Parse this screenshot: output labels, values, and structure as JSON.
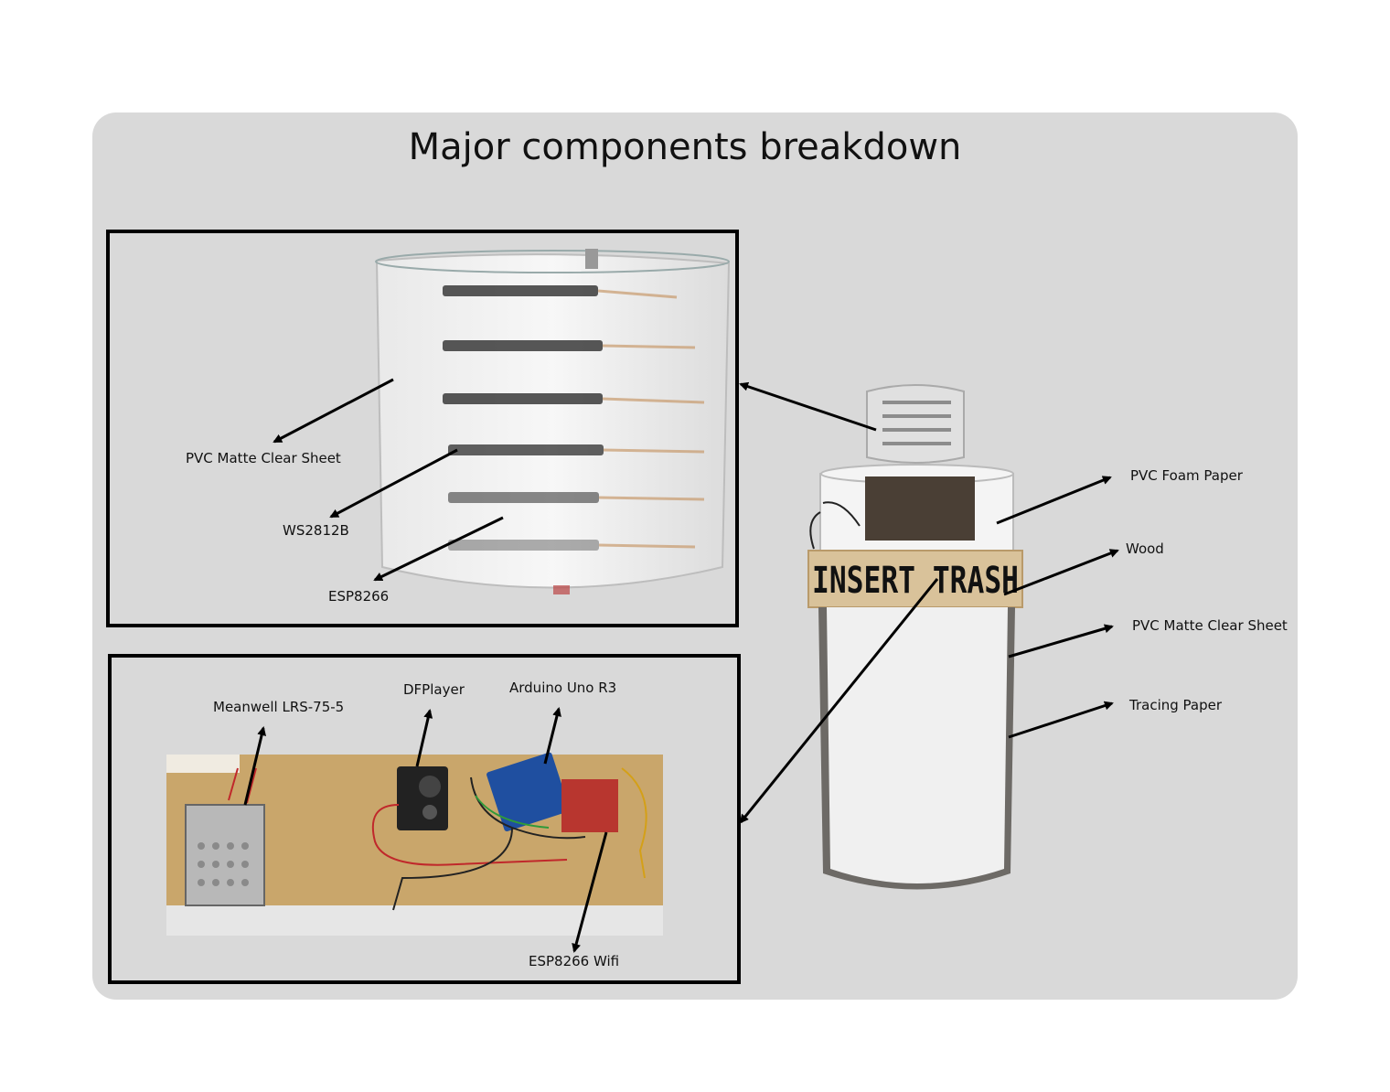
{
  "title": "Major components breakdown",
  "top_inset": {
    "labels": {
      "pvc_matte": "PVC Matte Clear Sheet",
      "ws2812b": "WS2812B",
      "esp8266": "ESP8266"
    }
  },
  "bottom_inset": {
    "labels": {
      "meanwell": "Meanwell LRS-75-5",
      "dfplayer": "DFPlayer",
      "arduino": "Arduino Uno R3",
      "esp_wifi": "ESP8266 Wifi"
    }
  },
  "bin_labels": {
    "pvc_foam": "PVC Foam Paper",
    "wood": "Wood",
    "pvc_matte": "PVC Matte Clear Sheet",
    "tracing": "Tracing Paper"
  },
  "sign_text": "INSERT TRASH",
  "colors": {
    "panel": "#d9d9d9",
    "frame": "#000000",
    "cardboard": "#c9a66b",
    "pcb_blue": "#1f4fa0"
  }
}
